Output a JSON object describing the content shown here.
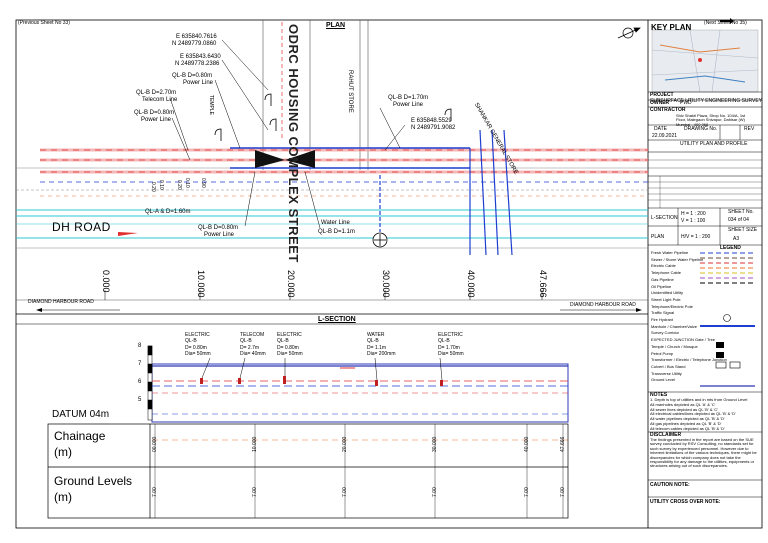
{
  "sheet": {
    "prev_sheet": "(Previous Sheet No 33)",
    "next_sheet": "(Next Sheet No 35)",
    "plan_title": "PLAN",
    "lsection_title": "L-SECTION"
  },
  "plan": {
    "road_label": "DH ROAD",
    "road_left": "DIAMOND HARBOUR ROAD",
    "road_right": "DIAMOND HARBOUR ROAD",
    "street_label": "ODRC HOUSING COMPLEX STREET",
    "rahut_store": "RAHUT STORE",
    "shankar_store": "SHANKAR GENERAL STORE",
    "temple": "TEMPLE",
    "coord1": "E 635840.7616",
    "coord1n": "N 2489779.0860",
    "coord2": "E 635843.6430",
    "coord2n": "N 2489778.2386",
    "coord3": "E 635848.5529",
    "coord3n": "N 2489791.9082",
    "lbl_power_top": "QL-B D=0.80m",
    "lbl_power_top2": "Power Line",
    "lbl_tel": "QL-B D=2.70m",
    "lbl_tel2": "Telecom Line",
    "lbl_power_l": "QL-B D=0.80m",
    "lbl_power_l2": "Power Line",
    "lbl_power_r": "QL-B D=1.70m",
    "lbl_power_r2": "Power Line",
    "lbl_ql_a": "QL-A & D=1.60m",
    "lbl_power_b": "QL-B D=0.80m",
    "lbl_power_b2": "Power Line",
    "lbl_water": "Water Line",
    "lbl_water2": "QL-B D=1.1m",
    "depths": [
      "0.20",
      "0.10",
      "0.20",
      "0.10",
      "0.90"
    ],
    "chainage_ticks": [
      "0.000",
      "10.000",
      "20.000",
      "30.000",
      "40.000",
      "47.666"
    ]
  },
  "section": {
    "datum": "DATUM 04m",
    "chainage_label_1": "Chainage",
    "chainage_label_2": "(m)",
    "ground_label_1": "Ground Levels",
    "ground_label_2": "(m)",
    "chainages": [
      "00.000",
      "10.000",
      "20.000",
      "30.000",
      "40.000",
      "47.666"
    ],
    "ground_levels": [
      "7.00",
      "7.00",
      "7.00",
      "7.00",
      "7.00",
      "7.00"
    ],
    "levels": [
      "8",
      "7",
      "6",
      "5"
    ],
    "callouts": [
      {
        "l1": "ELECTRIC",
        "l2": "QL-B",
        "l3": "D= 0.80m",
        "l4": "Dia= 50mm"
      },
      {
        "l1": "TELECOM",
        "l2": "QL-B",
        "l3": "D= 2.7m",
        "l4": "Dia= 40mm"
      },
      {
        "l1": "ELECTRIC",
        "l2": "QL-B",
        "l3": "D= 0.80m",
        "l4": "Dia= 50mm"
      },
      {
        "l1": "WATER",
        "l2": "QL-B",
        "l3": "D= 1.1m",
        "l4": "Dia= 200mm"
      },
      {
        "l1": "ELECTRIC",
        "l2": "QL-B",
        "l3": "D= 1.70m",
        "l4": "Dia= 50mm"
      }
    ]
  },
  "panel": {
    "key_plan": "KEY PLAN",
    "project": "PROJECT",
    "project_name": "SUBSURFACE UTILITY ENGINEERING SURVEY",
    "owner": "OWNER",
    "owner_val": "PWD",
    "contractor": "CONTRACTOR",
    "contractor_addr": "Shiv Shakti Plaza, Shop No. 104/A, 1st Floor, Malegaon Shivapur, Dahisar (W) Mumbai - 400 068",
    "date": "DATE",
    "date_val": "22.09.2021",
    "drawing_no": "DRAWING No.",
    "rev": "REV",
    "drawing_title": "UTILITY PLAN AND PROFILE",
    "lsection": "L-SECTION",
    "plan": "PLAN",
    "scale_h": "H = 1 : 200",
    "scale_v": "V = 1 : 100",
    "scale_p": "H/V = 1 : 200",
    "sheet_no": "SHEET No.",
    "sheet_val": "034 of 04",
    "sheet_size": "SHEET SIZE",
    "sheet_size_val": "A3",
    "legend": "LEGEND",
    "legend_items": [
      "Fresh Water Pipeline",
      "Sewer / Storm Water Pipeline",
      "Electric Cable",
      "Telephone Cable",
      "Gas Pipeline",
      "Oil Pipeline",
      "Unidentified Utility",
      "Street Light Pole",
      "Telephone/Electric Pole",
      "Traffic Signal",
      "Fire Hydrant",
      "Manhole / Chamber/Valve",
      "Survey Corridor",
      "EXPECTED JUNCTION Gate / Tree",
      "Temple / Church / Mosque",
      "Petrol Pump",
      "Transformer / Electric / Telephone Junction",
      "Culvert / Bus Stand",
      "Transverse Utility",
      "Ground Level"
    ],
    "notes_title": "NOTES",
    "notes": [
      "1. Depth is top of utilities and in mts from Ground Level",
      "All manholes depicted as QL 'A' & 'C'",
      "All sewer lines depicted as QL 'B' & 'C'",
      "All electrical cables/lines depicted as QL 'B' & 'D'",
      "All water pipelines depicted as QL 'B' & 'D'",
      "All gas pipelines depicted as QL 'B' & 'D'",
      "All telecom cables depicted as QL 'B' & 'D'"
    ],
    "disclaimer": "DISCLAIMER",
    "disclaimer_text": "The findings presented in the report are based on the SUE survey conducted by RSV Consulting, no standards set for such survey by experienced personnel. However due to inherent limitations of the various techniques, there might be discrepancies for which company does not take the responsibility for any damage to the utilities, equipments or structures arising out of such discrepancies.",
    "caution": "CAUTION NOTE:",
    "utility": "UTILITY CROSS OVER NOTE:"
  },
  "colors": {
    "water": "#1f3fd0",
    "electric": "#e03030",
    "telecom": "#f07030",
    "gas": "#d8c020",
    "road": "#28c8d0",
    "ground": "#2c38b8"
  }
}
